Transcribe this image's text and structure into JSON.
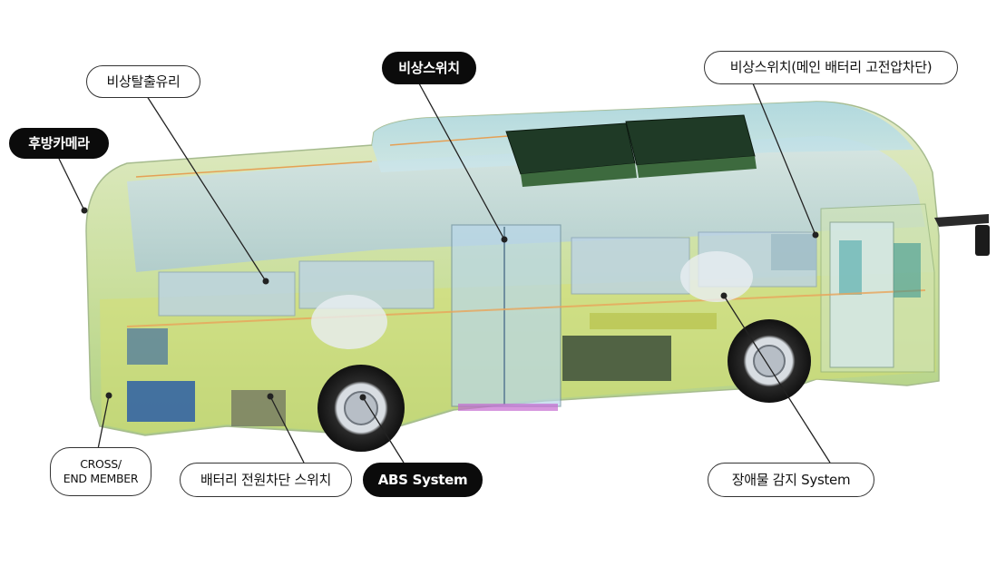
{
  "labels": {
    "emergency_glass": "비상탈출유리",
    "rear_camera": "후방카메라",
    "emergency_switch": "비상스위치",
    "emergency_switch_main": "비상스위치(메인 배터리 고전압차단)",
    "cross_end_member_line1": "CROSS/",
    "cross_end_member_line2": "END MEMBER",
    "battery_cutoff_switch": "배터리 전원차단 스위치",
    "abs_system": "ABS System",
    "obstacle_detection": "장애물 감지 System"
  },
  "colors": {
    "body_green": "#b9d98a",
    "body_glass": "#bcd6e6",
    "roof_blue": "#8fc6d6",
    "battery_dark": "#1f3a26",
    "label_fill": "#0b0b0b",
    "leader_line": "#222222"
  }
}
